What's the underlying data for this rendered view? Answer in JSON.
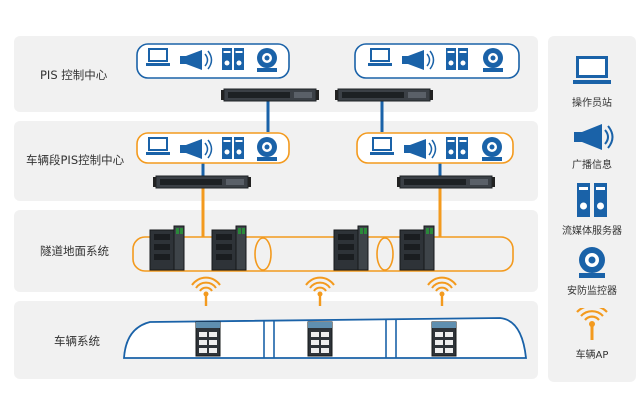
{
  "layers": [
    {
      "label": "PIS 控制中心"
    },
    {
      "label": "车辆段PIS控制中心"
    },
    {
      "label": "隧道地面系统"
    },
    {
      "label": "车辆系统"
    }
  ],
  "legend": [
    {
      "label": "操作员站",
      "icon": "workstation-icon"
    },
    {
      "label": "广播信息",
      "icon": "megaphone-icon"
    },
    {
      "label": "流媒体服务器",
      "icon": "media-server-icon"
    },
    {
      "label": "安防监控器",
      "icon": "camera-icon"
    },
    {
      "label": "车辆AP",
      "icon": "wireless-ap-icon"
    }
  ],
  "colors": {
    "blue": "#1a62a8",
    "orange": "#f39a1e",
    "band": "#f1f1f1",
    "device": "#2e3338"
  }
}
